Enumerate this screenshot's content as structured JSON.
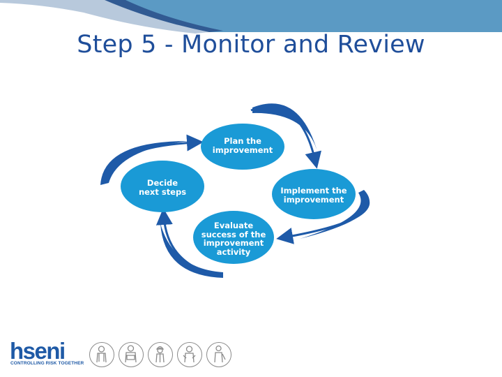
{
  "slide": {
    "title": "Step 5 - Monitor and Review"
  },
  "diagram": {
    "nodes": [
      {
        "id": "plan",
        "label": "Plan the\nimprovement"
      },
      {
        "id": "implement",
        "label": "Implement the\nimprovement"
      },
      {
        "id": "evaluate",
        "label": "Evaluate\nsuccess of the\nimprovement\nactivity"
      },
      {
        "id": "decide",
        "label": "Decide\nnext steps"
      }
    ],
    "colors": {
      "node_fill": "#1a9ad6",
      "arrow": "#1e5aa8",
      "title": "#1f4e9a",
      "header_band": "#5b9ac4"
    }
  },
  "footer": {
    "logo_text": "hseni",
    "logo_tagline": "CONTROLLING RISK TOGETHER",
    "icons": [
      "worker-icon",
      "worker-icon",
      "worker-icon",
      "worker-icon",
      "worker-icon"
    ]
  }
}
